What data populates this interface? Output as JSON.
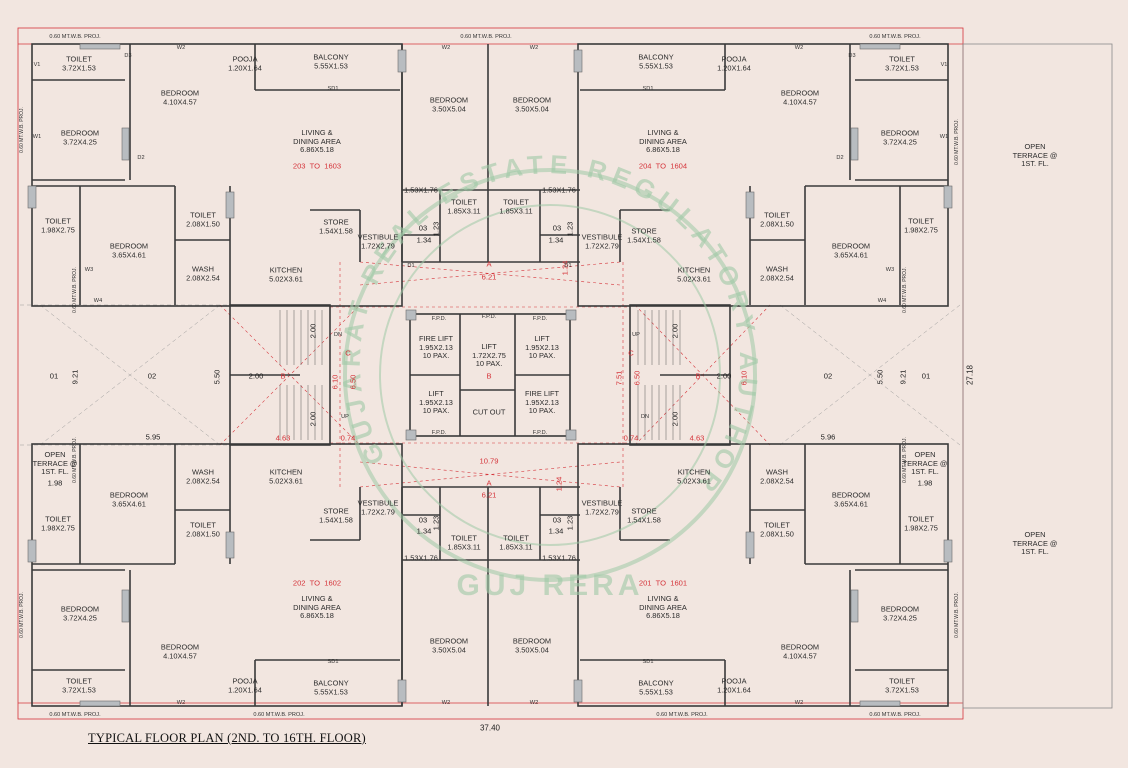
{
  "title": "TYPICAL FLOOR PLAN (2ND. TO 16TH. FLOOR)",
  "seal_text": [
    "GUJARAT REAL ESTATE REGULATORY AUTHORITY",
    "GUJ RERA"
  ],
  "colors": {
    "background": "#f2e6e0",
    "wall": "#3a3a3a",
    "red": "#d5343a",
    "seal": "#9fc9a6",
    "column": "#b8bcc0"
  },
  "overall_dims": {
    "width": "37.40",
    "height": "27.18"
  },
  "flat_numbers": {
    "nw": "203  TO  1603",
    "ne": "204  TO  1604",
    "sw": "202  TO  1602",
    "se": "201  TO  1601"
  },
  "rooms": {
    "toilet_a": "TOILET\n3.72X1.53",
    "balcony": "BALCONY\n5.55X1.53",
    "pooja": "POOJA\n1.20X1.64",
    "bedroom_a": "BEDROOM\n4.10X4.57",
    "bedroom_b": "BEDROOM\n3.72X4.25",
    "bedroom_c": "BEDROOM\n3.50X5.04",
    "living": "LIVING &\nDINING AREA\n6.86X5.18",
    "toilet_b": "TOILET\n1.98X2.75",
    "toilet_c": "TOILET\n2.08X1.50",
    "bedroom_d": "BEDROOM\n3.65X4.61",
    "wash": "WASH\n2.08X2.54",
    "kitchen": "KITCHEN\n5.02X3.61",
    "store": "STORE\n1.54X1.58",
    "vestibule": "VESTIBULE\n1.72X2.79",
    "toilet_d": "TOILET\n1.85X3.11",
    "duct_size": "1.53X1.76",
    "fire_lift": "FIRE LIFT\n1.95X2.13\n10 PAX.",
    "lift_mid": "LIFT\n1.72X2.75\n10 PAX.",
    "lift_right": "LIFT\n1.95X2.13\n10 PAX.",
    "lift_bl": "LIFT\n1.95X2.13\n10 PAX.",
    "cut_out": "CUT OUT",
    "fire_lift_br": "FIRE LIFT\n1.95X2.13\n10 PAX.",
    "open_terrace": "OPEN\nTERRACE @\n1ST. FL.",
    "open_terrace_small": "OPEN\nTERRACE @\n1ST. FL."
  },
  "dimensions": {
    "d_1_34": "1.34",
    "d_1_23": "1.23",
    "d_03": "03",
    "d_2_00": "2.00",
    "d_5_50": "5.50",
    "d_9_21": "9.21",
    "d_5_95": "5.95",
    "d_5_96": "5.96",
    "d_1_98": "1.98",
    "d_01": "01",
    "d_02": "02",
    "d_10_79": "10.79",
    "d_6_21": "6.21",
    "d_4_63": "4.63",
    "d_0_74": "0.74",
    "d_6_50": "6.50",
    "d_6_10": "6.10",
    "d_7_51": "7.51",
    "d_1_24": "1.24",
    "d_a": "A",
    "d_b": "B",
    "d_c": "C",
    "dn": "DN",
    "up": "UP",
    "fpd": "F.P.D."
  },
  "codes": {
    "w1": "W1",
    "w2": "W2",
    "w3": "W3",
    "w4": "W4",
    "v1": "V1",
    "d1": "D1",
    "d2": "D2",
    "d3": "D3",
    "sd1": "SD1"
  },
  "proj": "0.60 MT.W.B. PROJ."
}
